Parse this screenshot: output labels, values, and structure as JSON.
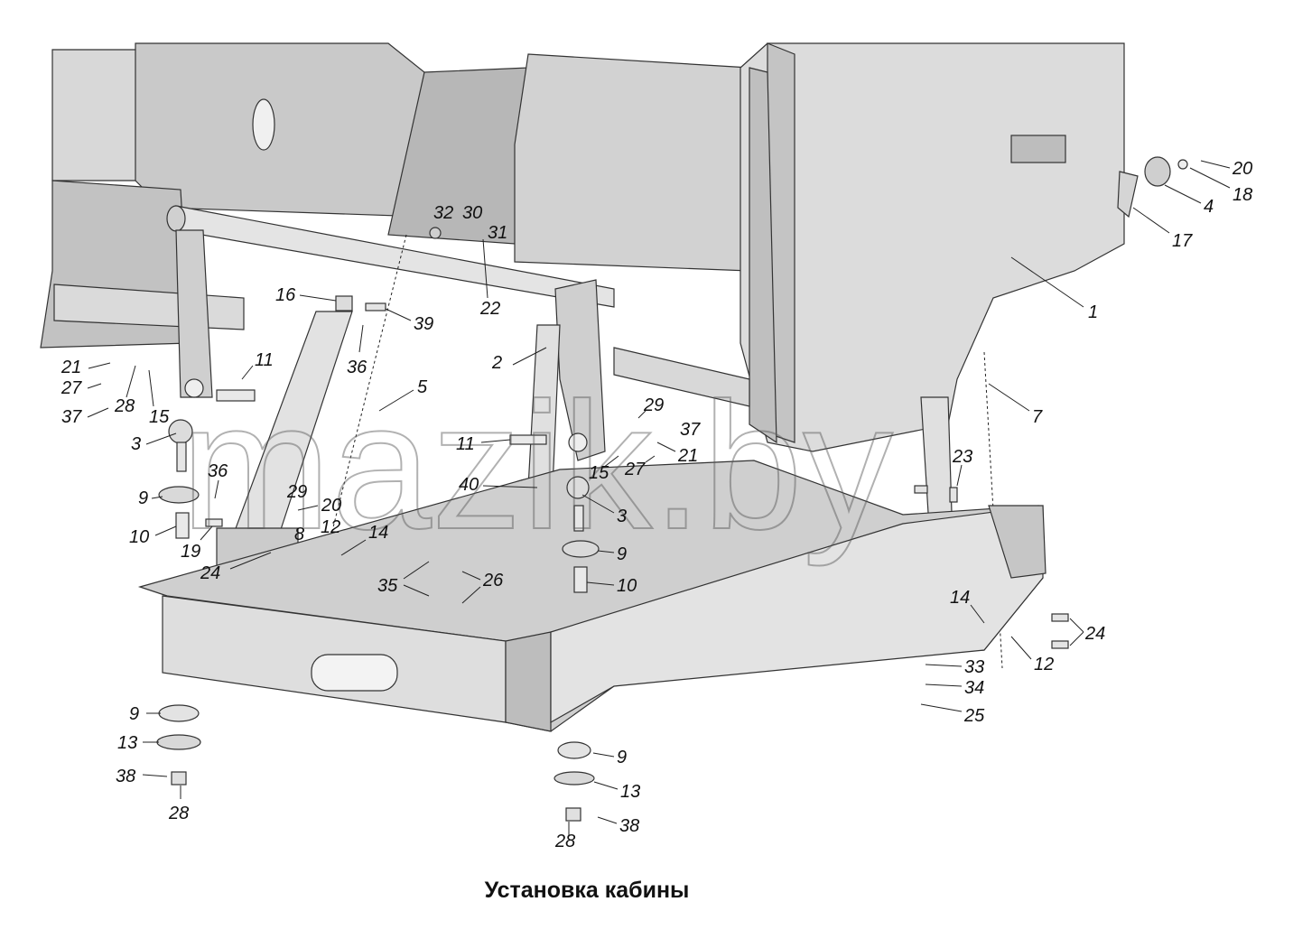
{
  "caption": "Установка кабины",
  "watermark": "mazik.by",
  "callouts": [
    {
      "id": "c1",
      "label": "1"
    },
    {
      "id": "c20a",
      "label": "20"
    },
    {
      "id": "c18",
      "label": "18"
    },
    {
      "id": "c4",
      "label": "4"
    },
    {
      "id": "c17",
      "label": "17"
    },
    {
      "id": "c32",
      "label": "32"
    },
    {
      "id": "c30",
      "label": "30"
    },
    {
      "id": "c31",
      "label": "31"
    },
    {
      "id": "c22",
      "label": "22"
    },
    {
      "id": "c16",
      "label": "16"
    },
    {
      "id": "c39",
      "label": "39"
    },
    {
      "id": "c36a",
      "label": "36"
    },
    {
      "id": "c2",
      "label": "2"
    },
    {
      "id": "c5",
      "label": "5"
    },
    {
      "id": "c7",
      "label": "7"
    },
    {
      "id": "c21a",
      "label": "21"
    },
    {
      "id": "c27a",
      "label": "27"
    },
    {
      "id": "c37a",
      "label": "37"
    },
    {
      "id": "c28a",
      "label": "28"
    },
    {
      "id": "c15a",
      "label": "15"
    },
    {
      "id": "c11a",
      "label": "11"
    },
    {
      "id": "c3a",
      "label": "3"
    },
    {
      "id": "c36b",
      "label": "36"
    },
    {
      "id": "c9a",
      "label": "9"
    },
    {
      "id": "c10a",
      "label": "10"
    },
    {
      "id": "c19",
      "label": "19"
    },
    {
      "id": "c29a",
      "label": "29"
    },
    {
      "id": "c20b",
      "label": "20"
    },
    {
      "id": "c8",
      "label": "8"
    },
    {
      "id": "c12a",
      "label": "12"
    },
    {
      "id": "c14a",
      "label": "14"
    },
    {
      "id": "c24a",
      "label": "24"
    },
    {
      "id": "c29b",
      "label": "29"
    },
    {
      "id": "c37b",
      "label": "37"
    },
    {
      "id": "c21b",
      "label": "21"
    },
    {
      "id": "c11b",
      "label": "11"
    },
    {
      "id": "c15b",
      "label": "15"
    },
    {
      "id": "c27b",
      "label": "27"
    },
    {
      "id": "c40",
      "label": "40"
    },
    {
      "id": "c3b",
      "label": "3"
    },
    {
      "id": "c9b",
      "label": "9"
    },
    {
      "id": "c10b",
      "label": "10"
    },
    {
      "id": "c35",
      "label": "35"
    },
    {
      "id": "c26",
      "label": "26"
    },
    {
      "id": "c23",
      "label": "23"
    },
    {
      "id": "c14b",
      "label": "14"
    },
    {
      "id": "c24b",
      "label": "24"
    },
    {
      "id": "c12b",
      "label": "12"
    },
    {
      "id": "c33",
      "label": "33"
    },
    {
      "id": "c34",
      "label": "34"
    },
    {
      "id": "c25",
      "label": "25"
    },
    {
      "id": "c9c",
      "label": "9"
    },
    {
      "id": "c13a",
      "label": "13"
    },
    {
      "id": "c38a",
      "label": "38"
    },
    {
      "id": "c28b",
      "label": "28"
    },
    {
      "id": "c9d",
      "label": "9"
    },
    {
      "id": "c13b",
      "label": "13"
    },
    {
      "id": "c28c",
      "label": "28"
    },
    {
      "id": "c38b",
      "label": "38"
    }
  ]
}
